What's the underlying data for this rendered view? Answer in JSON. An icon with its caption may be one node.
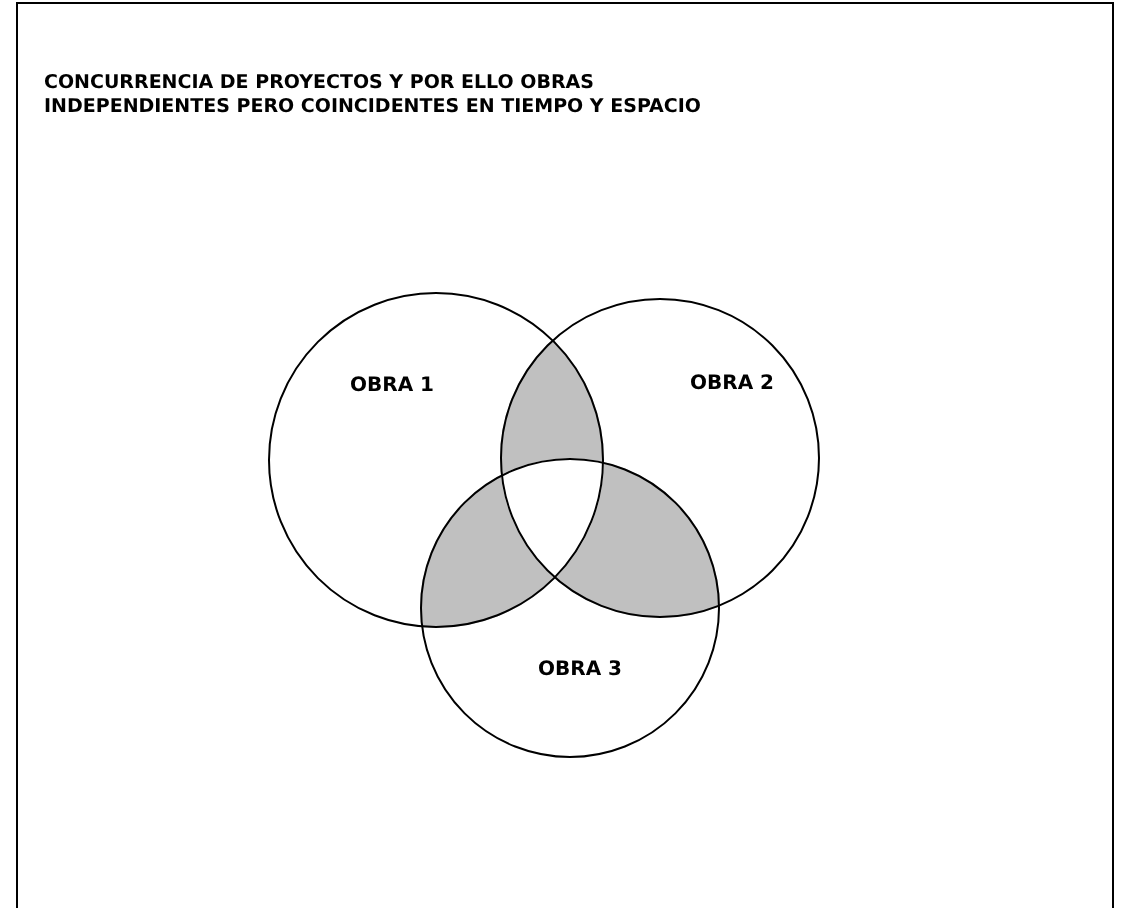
{
  "diagram": {
    "title": "CONCURRENCIA DE PROYECTOS Y POR ELLO OBRAS INDEPENDIENTES PERO COINCIDENTES EN TIEMPO Y ESPACIO",
    "nodes": [
      {
        "text": [
          "OBRA 1"
        ]
      },
      {
        "text": [
          "OBRA 2"
        ]
      },
      {
        "text": [
          "OBRA 3"
        ]
      }
    ]
  }
}
